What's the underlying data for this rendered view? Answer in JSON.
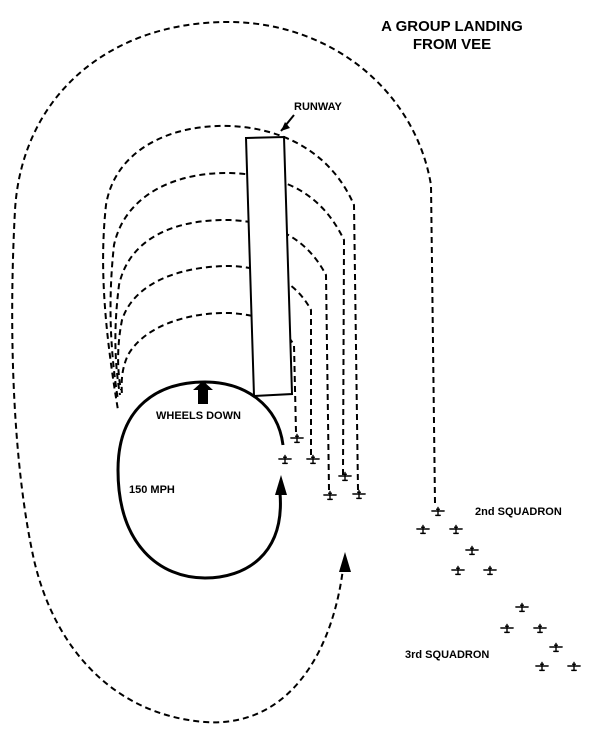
{
  "title": {
    "line1": "A GROUP LANDING",
    "line2": "FROM VEE"
  },
  "labels": {
    "runway": "RUNWAY",
    "wheels_down": "WHEELS DOWN",
    "speed": "150 MPH",
    "squadron_2": "2nd SQUADRON",
    "squadron_3": "3rd SQUADRON"
  },
  "icons": {
    "aircraft": "airplane-icon",
    "direction": "arrowhead-icon",
    "wheels_down": "block-arrow-icon"
  },
  "colors": {
    "ink": "#000000",
    "background": "#ffffff"
  }
}
